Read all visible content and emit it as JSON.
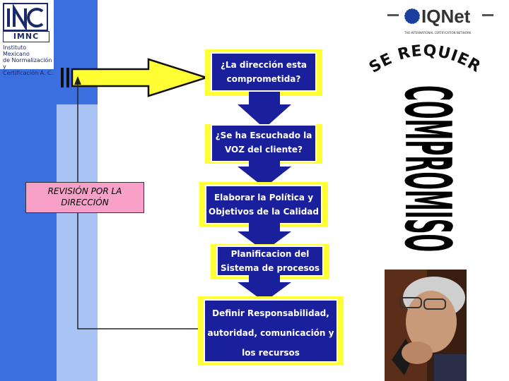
{
  "logo_imnc": {
    "badge": "IMNC",
    "lines": [
      "Instituto Mexicano",
      "de Normalización y",
      "Certificación A. C."
    ]
  },
  "logo_iqnet": {
    "brand": "IQNet",
    "tagline": "THE INTERNATIONAL CERTIFICATION NETWORK"
  },
  "heading_arc": "SE REQUIERE:",
  "vertical_word": "COMPROMISO",
  "flow_steps": [
    {
      "label": "¿La dirección esta comprometida?"
    },
    {
      "label": "¿Se ha Escuchado la VOZ del cliente?"
    },
    {
      "label": "Elaborar la Política y Objetivos de la Calidad"
    },
    {
      "label": "Planificacion del Sistema de procesos"
    },
    {
      "label": "Definir Responsabilidad, autoridad, comunicación y los recursos"
    }
  ],
  "review_box": "REVISIÓN POR LA DIRECCIÓN",
  "colors": {
    "yellow": "#ffff33",
    "navy": "#1a1f9c",
    "pink": "#f9a0c8",
    "blue_band": "#3b6fe0",
    "light_band": "#aac3f5"
  }
}
